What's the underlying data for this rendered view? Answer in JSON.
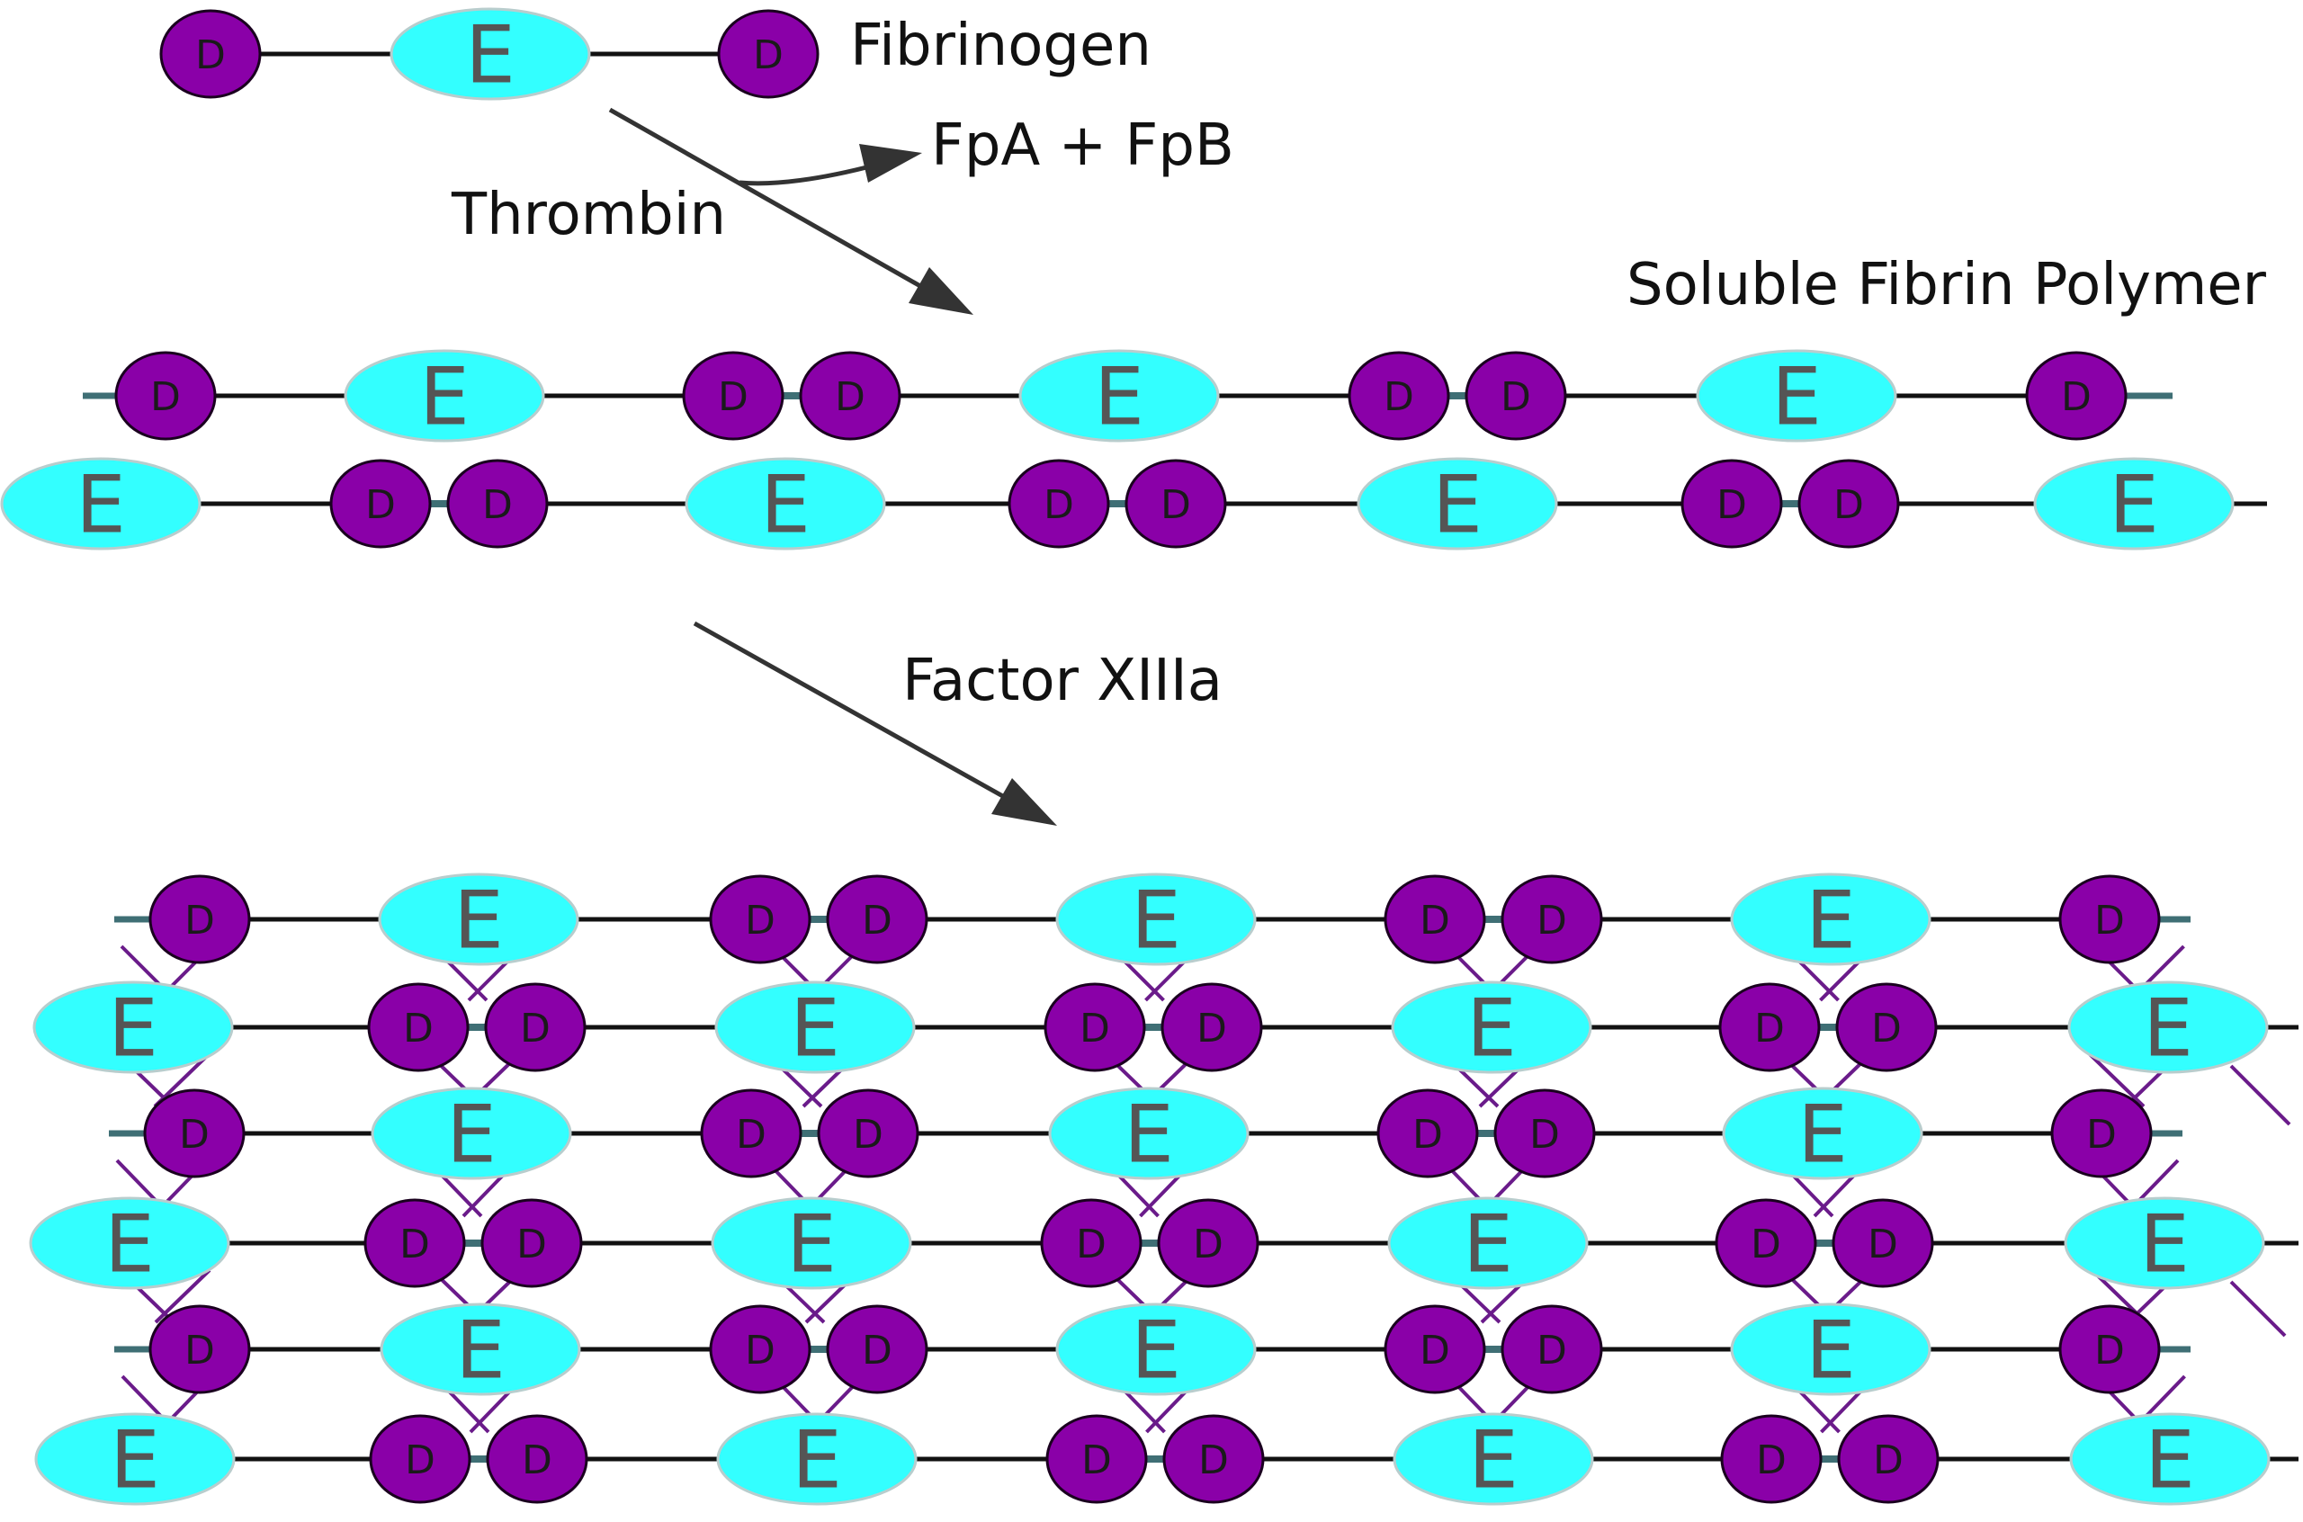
{
  "labels": {
    "fibrinogen": "Fibrinogen",
    "thrombin": "Thrombin",
    "fibrinopeptides": "FpA + FpB",
    "soluble_polymer": "Soluble Fibrin Polymer",
    "factor": "Factor XIIIa"
  },
  "domains": {
    "d_label": "D",
    "e_label": "E"
  },
  "colors": {
    "d_fill": "#8a00a8",
    "d_stroke": "#1a001f",
    "e_fill": "#33ffff",
    "e_stroke": "#b8cdcd",
    "e_text": "#555555",
    "d_text": "#1a1a1a",
    "backbone": "#111111",
    "dd_link": "#3f6f75",
    "crosslink": "#6a1b8a",
    "arrow": "#333333"
  }
}
